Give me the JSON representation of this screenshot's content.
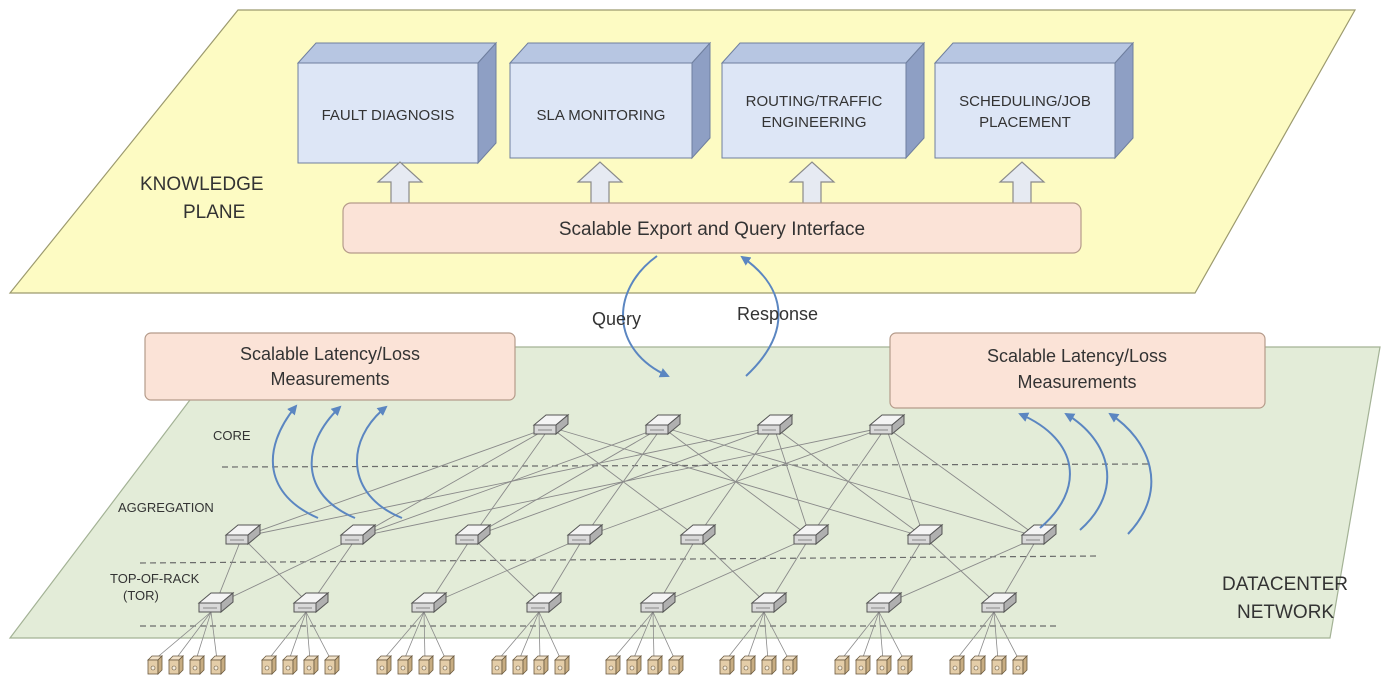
{
  "knowledge_plane": {
    "label_line1": "KNOWLEDGE",
    "label_line2": "PLANE",
    "applications": [
      {
        "line1": "FAULT DIAGNOSIS",
        "line2": ""
      },
      {
        "line1": "SLA MONITORING",
        "line2": ""
      },
      {
        "line1": "ROUTING/TRAFFIC",
        "line2": "ENGINEERING"
      },
      {
        "line1": "SCHEDULING/JOB",
        "line2": "PLACEMENT"
      }
    ],
    "interface_label": "Scalable Export and Query Interface"
  },
  "flows": {
    "query_label": "Query",
    "response_label": "Response"
  },
  "measurements": {
    "left_line1": "Scalable Latency/Loss",
    "left_line2": "Measurements",
    "right_line1": "Scalable Latency/Loss",
    "right_line2": "Measurements"
  },
  "datacenter_plane": {
    "label_line1": "DATACENTER",
    "label_line2": "NETWORK",
    "layers": {
      "core": "CORE",
      "aggregation": "AGGREGATION",
      "tor_line1": "TOP-OF-RACK",
      "tor_line2": "(TOR)"
    }
  },
  "colors": {
    "knowledge_plane_fill": "#fdfbc3",
    "datacenter_plane_fill": "#e3ecd8",
    "app_box_front": "#dde6f6",
    "app_box_top": "#b7c6e2",
    "app_box_side": "#8e9fc4",
    "interface_fill": "#fbe3d7",
    "measurement_fill": "#fbe3d7",
    "arrow_blue": "#5b86c1",
    "block_arrow_fill": "#e6eaf2"
  }
}
